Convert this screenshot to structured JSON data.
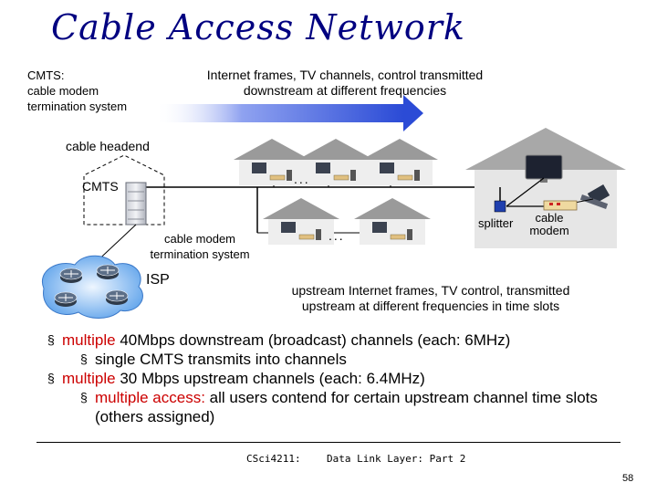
{
  "title": "Cable Access Network",
  "cmts_note": [
    "CMTS:",
    "cable modem",
    "termination system"
  ],
  "downstream_note": [
    "Internet frames, TV channels, control  transmitted",
    "downstream at different frequencies"
  ],
  "headend_label": "cable headend",
  "cmts_label": "CMTS",
  "cmts_sublabel": [
    "cable modem",
    "termination system"
  ],
  "isp_label": "ISP",
  "splitter_label": "splitter",
  "modem_label": [
    "cable",
    "modem"
  ],
  "ellipsis": "...",
  "upstream_note": [
    "upstream Internet frames, TV control,  transmitted",
    "upstream at different frequencies in time slots"
  ],
  "bullets": [
    {
      "marker": "§",
      "level": 1,
      "lead": "multiple",
      "rest": " 40Mbps downstream (broadcast) channels (each: 6MHz)"
    },
    {
      "marker": "§",
      "level": 2,
      "lead": "",
      "rest": " single CMTS transmits into channels"
    },
    {
      "marker": "§",
      "level": 1,
      "lead": "multiple",
      "rest": " 30 Mbps upstream channels (each: 6.4MHz)"
    },
    {
      "marker": "§",
      "level": 2,
      "lead": "multiple access:",
      "rest": " all users contend for certain upstream channel time slots (others assigned)"
    }
  ],
  "footer": {
    "course": "CSci4211:",
    "topic": "Data Link Layer: Part 2",
    "page": "58"
  },
  "colors": {
    "title": "#000080",
    "arrow": "#2b4bd6",
    "accent_red": "#cc0000",
    "roof": "#9a9a9a"
  }
}
